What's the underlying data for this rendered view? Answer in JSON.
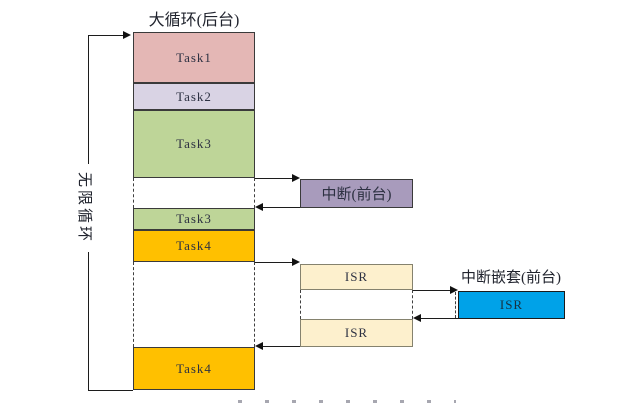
{
  "diagram": {
    "title": "大循环(后台)",
    "infinite_loop_label": "无限循环",
    "background_tasks": [
      {
        "label": "Task1",
        "color": "#e4b7b5"
      },
      {
        "label": "Task2",
        "color": "#d9d3e4"
      },
      {
        "label": "Task3",
        "color": "#bed598"
      },
      {
        "label": "Task3",
        "color": "#bed598"
      },
      {
        "label": "Task4",
        "color": "#ffc000"
      },
      {
        "label": "Task4",
        "color": "#ffc000"
      }
    ],
    "foreground": {
      "interrupt_label": "中断(前台)",
      "interrupt_color": "#a89bbc",
      "isr_boxes": [
        {
          "label": "ISR",
          "color": "#fdf0cd"
        },
        {
          "label": "ISR",
          "color": "#fdf0cd"
        }
      ]
    },
    "nested_interrupt": {
      "title": "中断嵌套(前台)",
      "isr_label": "ISR",
      "color": "#00a2e8"
    }
  }
}
